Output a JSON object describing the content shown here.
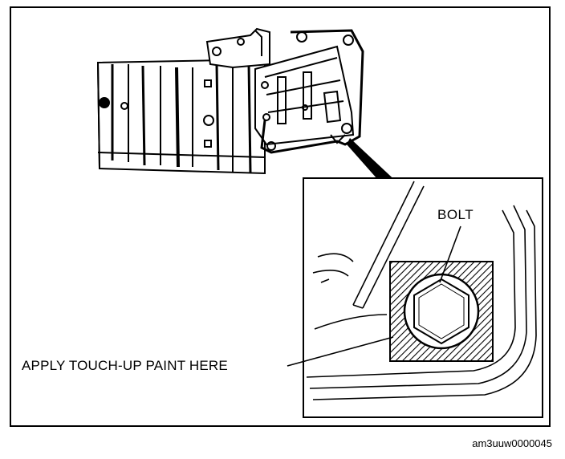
{
  "labels": {
    "bolt": "BOLT",
    "paint_instruction": "APPLY TOUCH-UP PAINT HERE",
    "figure_code": "am3uuw0000045"
  },
  "colors": {
    "ink": "#000000",
    "paper": "#ffffff"
  }
}
